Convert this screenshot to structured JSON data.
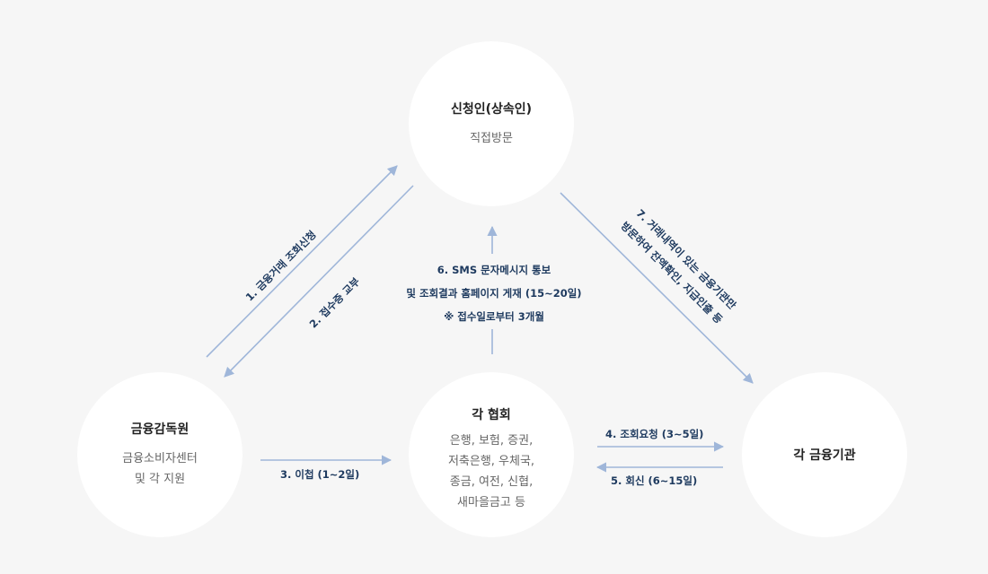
{
  "nodes": {
    "applicant": {
      "title": "신청인(상속인)",
      "subtitle": "직접방문"
    },
    "fss": {
      "title": "금융감독원",
      "subtitle": "금융소비자센터\n및 각 지원"
    },
    "association": {
      "title": "각 협회",
      "subtitle": "은행, 보험, 증권,\n저축은행, 우체국,\n종금, 여전, 신협,\n새마을금고 등"
    },
    "institutions": {
      "title": "각 금융기관"
    }
  },
  "flows": {
    "step1": "1. 금융거래 조회신청",
    "step2": "2. 접수증 교부",
    "step3": "3. 이첩 (1~2일)",
    "step4": "4. 조회요청 (3~5일)",
    "step5": "5. 회신 (6~15일)",
    "step6": [
      "6. SMS 문자메시지 통보",
      "및 조회결과 홈페이지 게재 (15~20일)",
      "※ 접수일로부터 3개월"
    ],
    "step7": [
      "7. 거래내역이 있는 금융기관만",
      "방문하여 잔액확인, 지급인출 등"
    ]
  },
  "colors": {
    "arrow": "#9fb6d9",
    "label": "#1e3a5f",
    "circle": "#ffffff",
    "background": "#f6f6f6"
  }
}
